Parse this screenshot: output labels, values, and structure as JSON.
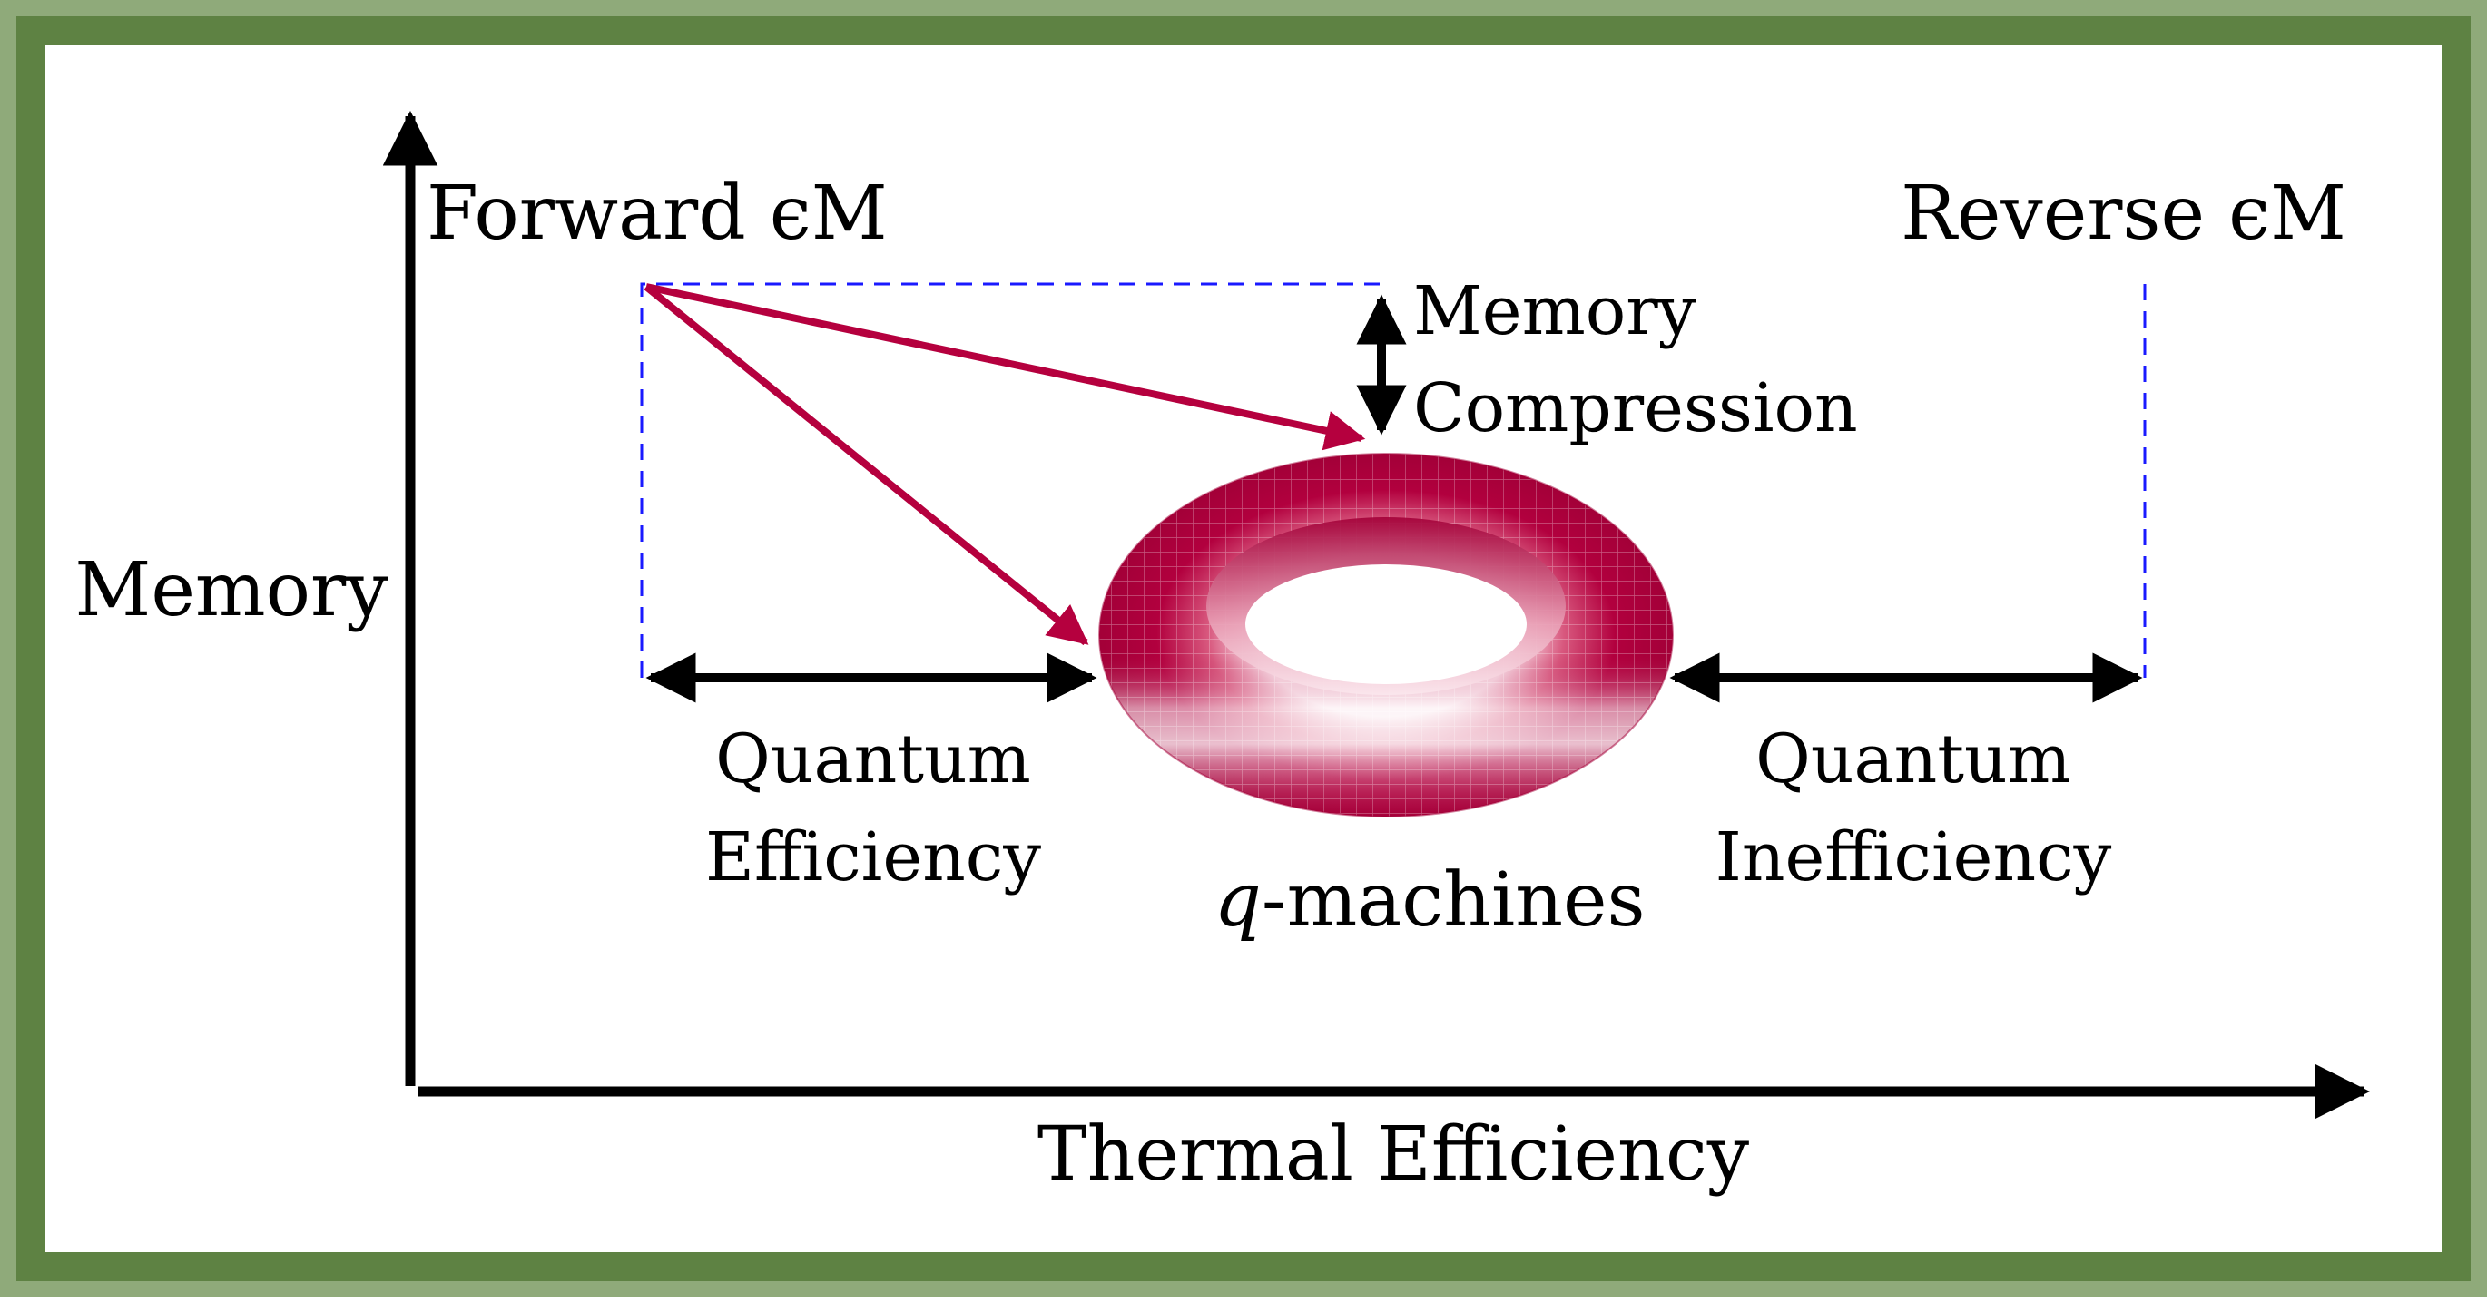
{
  "axes": {
    "y_label": "Memory",
    "x_label": "Thermal Efficiency"
  },
  "labels": {
    "forward_em": "Forward ϵM",
    "reverse_em": "Reverse ϵM",
    "memory_compression_line1": "Memory",
    "memory_compression_line2": "Compression",
    "quantum_efficiency_line1": "Quantum",
    "quantum_efficiency_line2": "Efficiency",
    "quantum_inefficiency_line1": "Quantum",
    "quantum_inefficiency_line2": "Inefficiency",
    "q_machines_q": "q",
    "q_machines_rest": "-machines"
  },
  "colors": {
    "frame_outer": "#8faa7a",
    "frame_inner": "#5e8243",
    "accent_arrow": "#b5003e",
    "dashed_guide": "#1a1aff",
    "torus_main": "#b0003f",
    "axis": "#000000"
  }
}
